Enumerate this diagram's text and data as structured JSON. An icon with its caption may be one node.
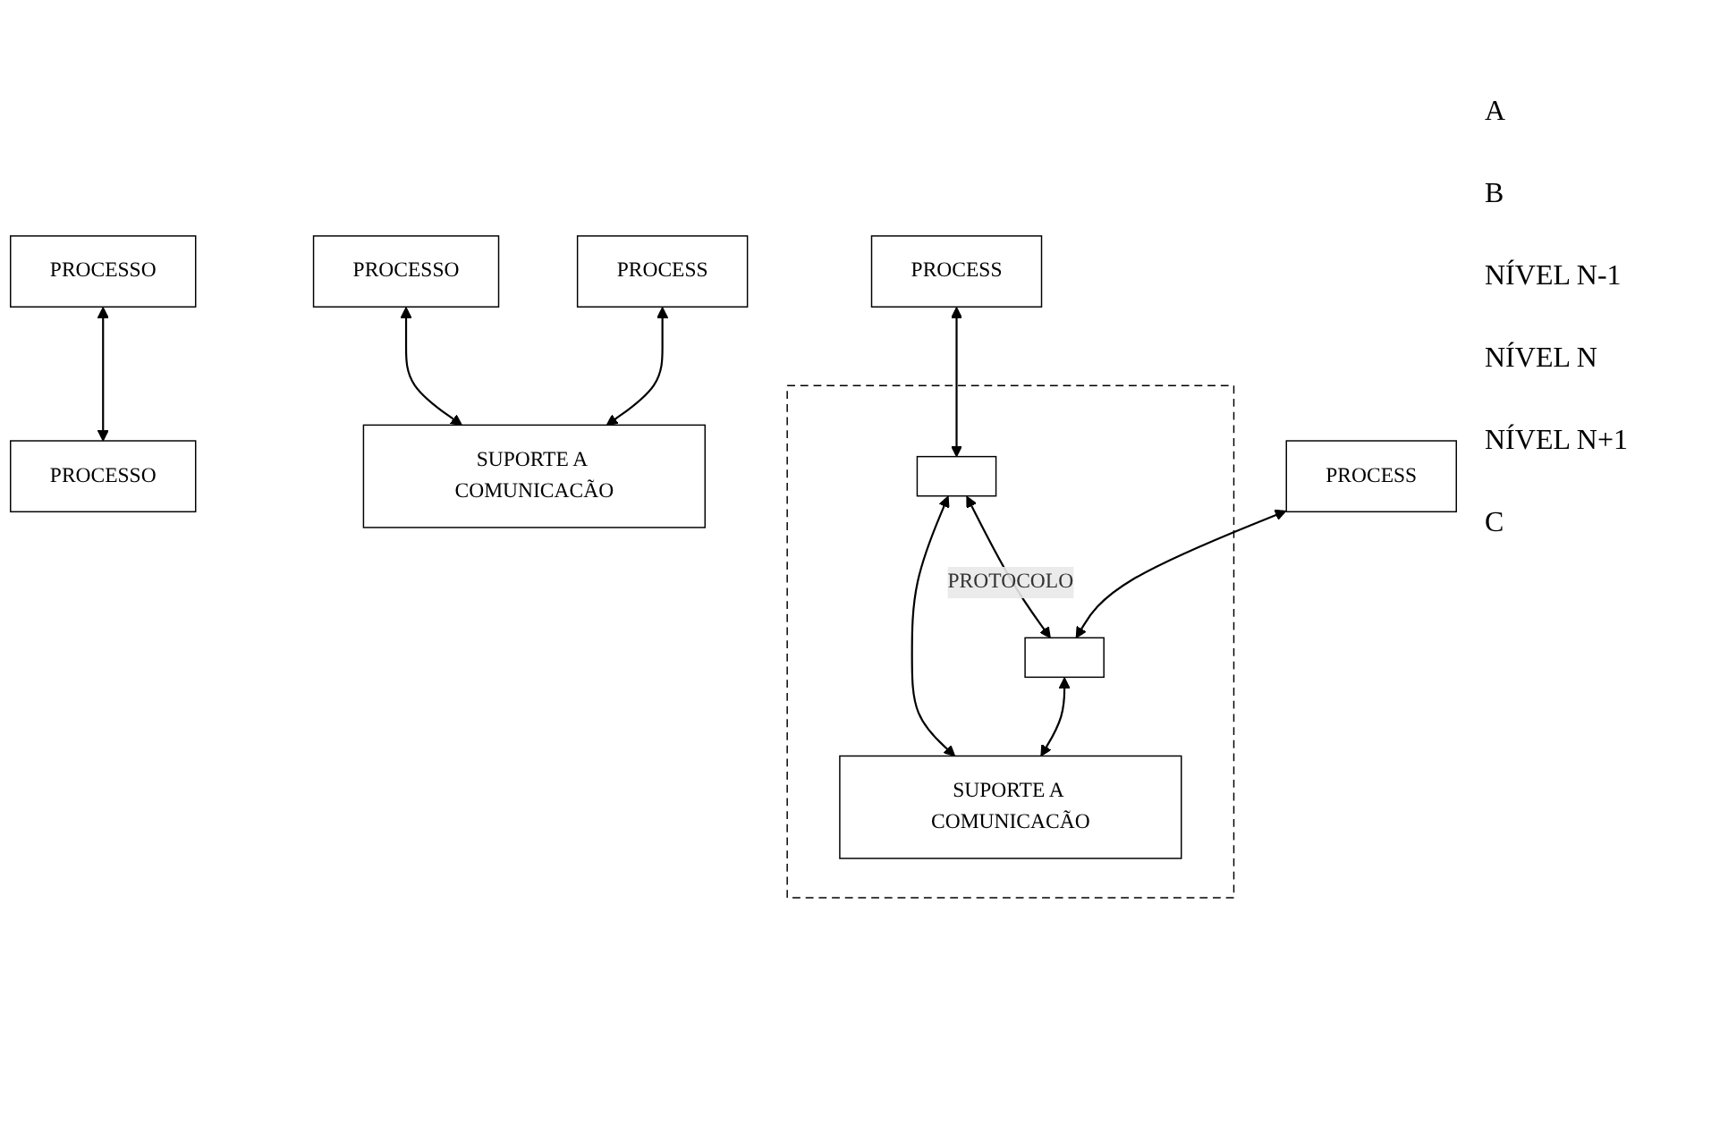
{
  "diagram": {
    "nodes": [
      {
        "text": [
          "PROCESSO"
        ]
      },
      {
        "text": [
          "PROCESSO"
        ]
      },
      {
        "text": [
          "PROCESS"
        ]
      },
      {
        "text": [
          "PROCESSO"
        ]
      },
      {
        "text": [
          "SUPORTE A COMUNICACÃO"
        ]
      },
      {
        "text": [
          "PROCESS"
        ]
      },
      {
        "text": [
          "PROCESS"
        ]
      },
      {
        "text": [],
        "shape": "box"
      },
      {
        "text": [],
        "shape": "box",
        "in": 7
      },
      {
        "text": [],
        "shape": "box",
        "in": 7
      },
      {
        "text": [
          "SUPORTE A COMUNICACÃO"
        ],
        "in": 7
      }
    ],
    "edges": [
      {
        "from": 0,
        "to": 1,
        "arrow": "both"
      },
      {
        "from": 2,
        "to": 4,
        "arrow": "both"
      },
      {
        "from": 3,
        "to": 4,
        "arrow": "both"
      },
      {
        "from": 5,
        "to": 8,
        "arrow": "both"
      },
      {
        "from": 6,
        "to": 9,
        "arrow": "both"
      },
      {
        "from": 8,
        "to": 9,
        "arrow": "both",
        "label": "PROTOCOLO"
      },
      {
        "from": 8,
        "to": 10,
        "arrow": "both"
      },
      {
        "from": 9,
        "to": 10,
        "arrow": "both"
      }
    ],
    "labels": [
      "A",
      "B",
      "NÍVEL N-1",
      "NÍVEL N",
      "NÍVEL N+1",
      "C"
    ]
  }
}
